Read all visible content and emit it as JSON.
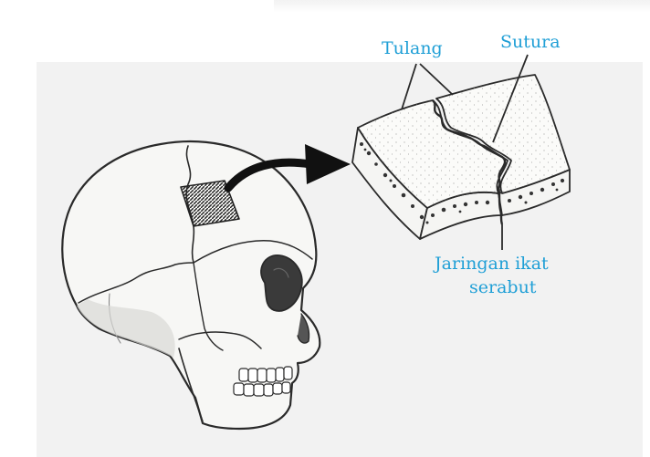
{
  "colors": {
    "label": "#1f9fd6",
    "ink": "#2a2a2a",
    "bone": "#f7f7f5",
    "panel": "#f2f2f2"
  },
  "labels": {
    "tulang": "Tulang",
    "sutura": "Sutura",
    "jaringan_line1": "Jaringan ikat",
    "jaringan_line2": "serabut"
  }
}
